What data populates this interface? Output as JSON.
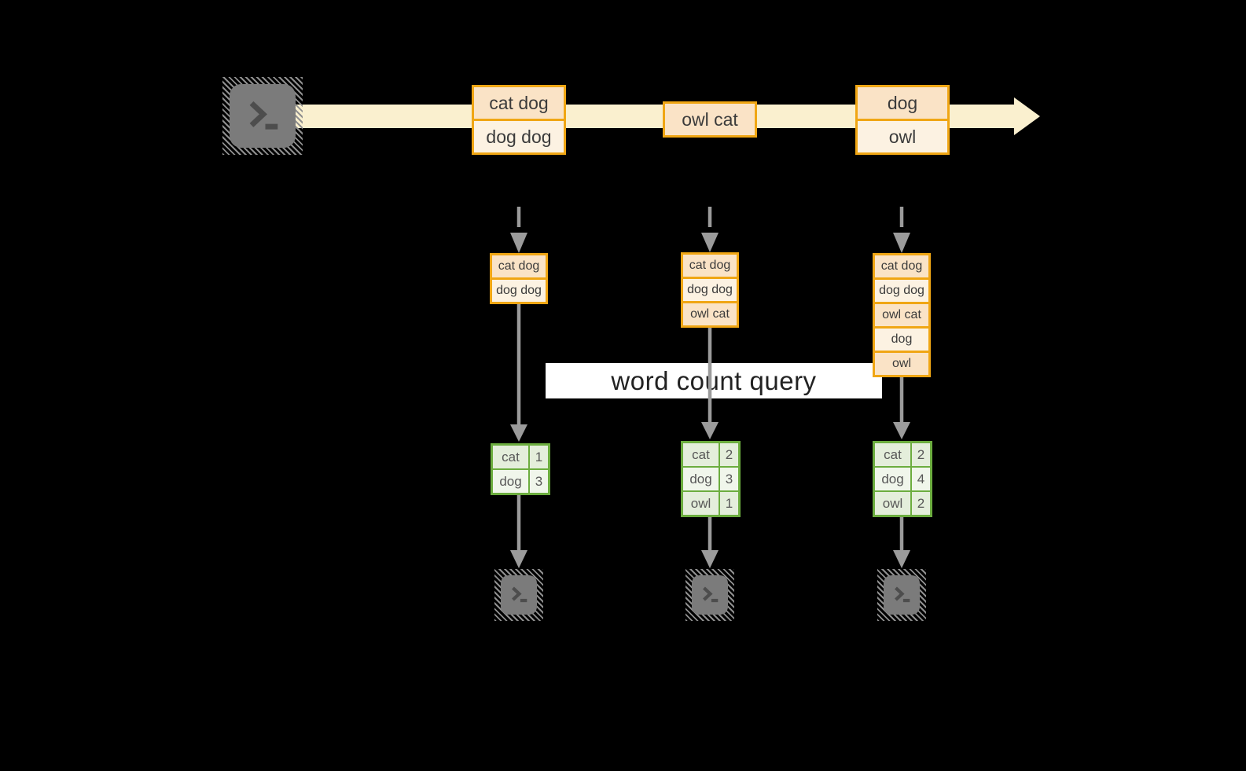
{
  "diagram": {
    "query_label": "word count query",
    "stream": {
      "batches": [
        {
          "rows": [
            "cat dog",
            "dog dog"
          ]
        },
        {
          "rows": [
            "owl cat"
          ]
        },
        {
          "rows": [
            "dog",
            "owl"
          ]
        }
      ]
    },
    "columns": [
      {
        "state_rows": [
          "cat dog",
          "dog dog"
        ],
        "counts": [
          {
            "word": "cat",
            "count": "1"
          },
          {
            "word": "dog",
            "count": "3"
          }
        ]
      },
      {
        "state_rows": [
          "cat dog",
          "dog dog",
          "owl cat"
        ],
        "counts": [
          {
            "word": "cat",
            "count": "2"
          },
          {
            "word": "dog",
            "count": "3"
          },
          {
            "word": "owl",
            "count": "1"
          }
        ]
      },
      {
        "state_rows": [
          "cat dog",
          "dog dog",
          "owl cat",
          "dog",
          "owl"
        ],
        "counts": [
          {
            "word": "cat",
            "count": "2"
          },
          {
            "word": "dog",
            "count": "4"
          },
          {
            "word": "owl",
            "count": "2"
          }
        ]
      }
    ],
    "colors": {
      "background": "#000000",
      "stream_band": "#FAF0CF",
      "orange_border": "#F0A614",
      "orange_fill_dark": "#FAE3C6",
      "orange_fill_light": "#FCF2E2",
      "green_border": "#6CAD3F",
      "green_fill_dark": "#E4EEDB",
      "green_fill_light": "#F0F6EB",
      "arrow_gray": "#9B9B9B",
      "terminal_gray": "#7B7B7B",
      "label_background": "#FFFFFF"
    }
  }
}
